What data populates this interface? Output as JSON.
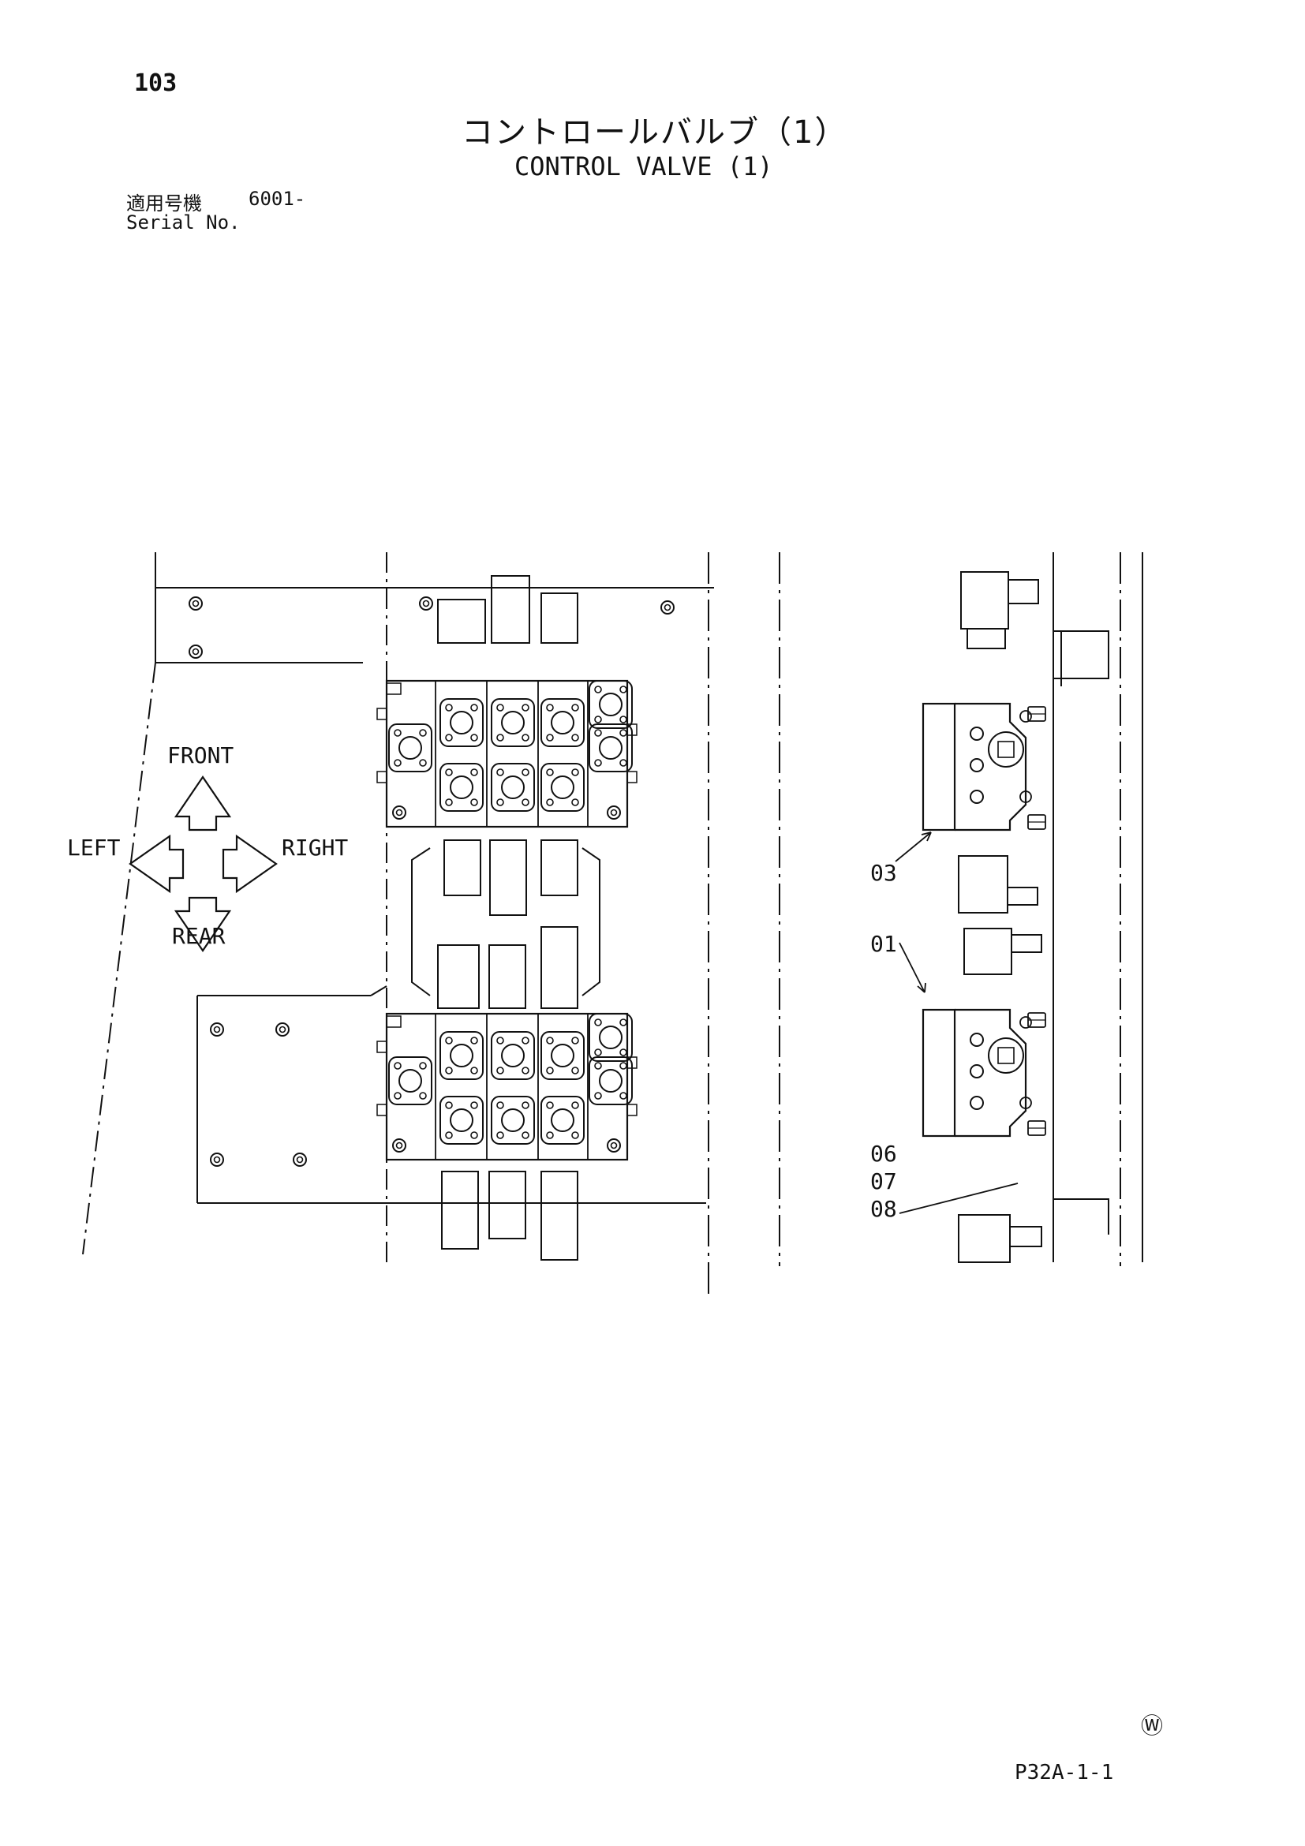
{
  "header": {
    "page_number": "103",
    "title_jp": "コントロールバルブ（1）",
    "title_en": "CONTROL VALVE (1)",
    "serial_label_jp": "適用号機",
    "serial_value": "6001-",
    "serial_label_en": "Serial No."
  },
  "compass": {
    "front": "FRONT",
    "rear": "REAR",
    "left": "LEFT",
    "right": "RIGHT"
  },
  "callouts": {
    "c03": "03",
    "c01": "01",
    "c06": "06",
    "c07": "07",
    "c08": "08"
  },
  "footer": {
    "stamp": "Ⓦ",
    "page_code": "P32A-1-1"
  }
}
